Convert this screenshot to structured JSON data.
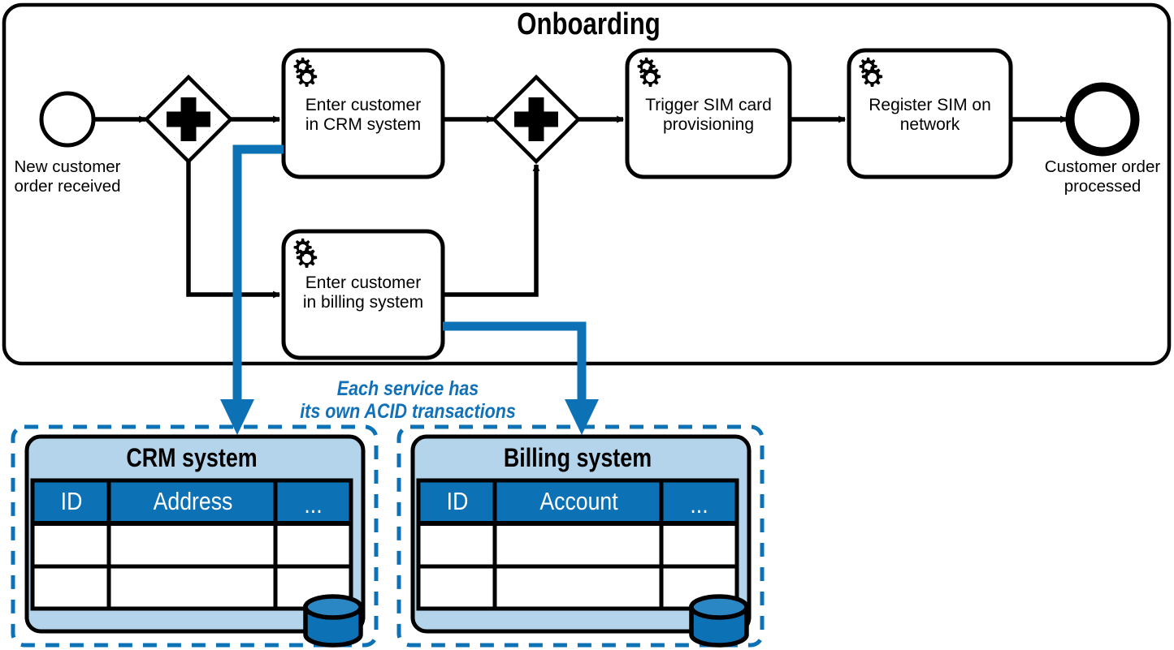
{
  "diagram": {
    "type": "bpmn-process-with-datastores",
    "pool": {
      "title": "Onboarding"
    },
    "start_event": {
      "icon": "start-event-circle",
      "label": "New customer\norder received"
    },
    "end_event": {
      "icon": "end-event-circle",
      "label": "Customer order\nprocessed"
    },
    "gateways": [
      {
        "id": "split",
        "kind": "parallel",
        "icon": "plus-icon"
      },
      {
        "id": "join",
        "kind": "parallel",
        "icon": "plus-icon"
      }
    ],
    "tasks": [
      {
        "id": "crm",
        "icon": "gears-icon",
        "label": "Enter customer\nin CRM system"
      },
      {
        "id": "billing",
        "icon": "gears-icon",
        "label": "Enter customer\nin billing system"
      },
      {
        "id": "sim-provision",
        "icon": "gears-icon",
        "label": "Trigger SIM card\nprovisioning"
      },
      {
        "id": "sim-register",
        "icon": "gears-icon",
        "label": "Register SIM on\nnetwork"
      }
    ],
    "annotation": {
      "label": "Each service has\nits own ACID transactions"
    },
    "datastores": [
      {
        "id": "crm-system",
        "title": "CRM system",
        "columns": [
          "ID",
          "Address",
          "..."
        ],
        "empty_rows": 2,
        "cylinder_icon": "database-cylinder-icon"
      },
      {
        "id": "billing-system",
        "title": "Billing system",
        "columns": [
          "ID",
          "Account",
          "..."
        ],
        "empty_rows": 2,
        "cylinder_icon": "database-cylinder-icon"
      }
    ],
    "colors": {
      "accent_blue": "#0d72b5",
      "accent_blue_light": "#2b86c4",
      "panel_blue": "#b3d4ea",
      "stroke_black": "#000000",
      "annotation_blue": "#1070b8",
      "white": "#ffffff"
    }
  }
}
